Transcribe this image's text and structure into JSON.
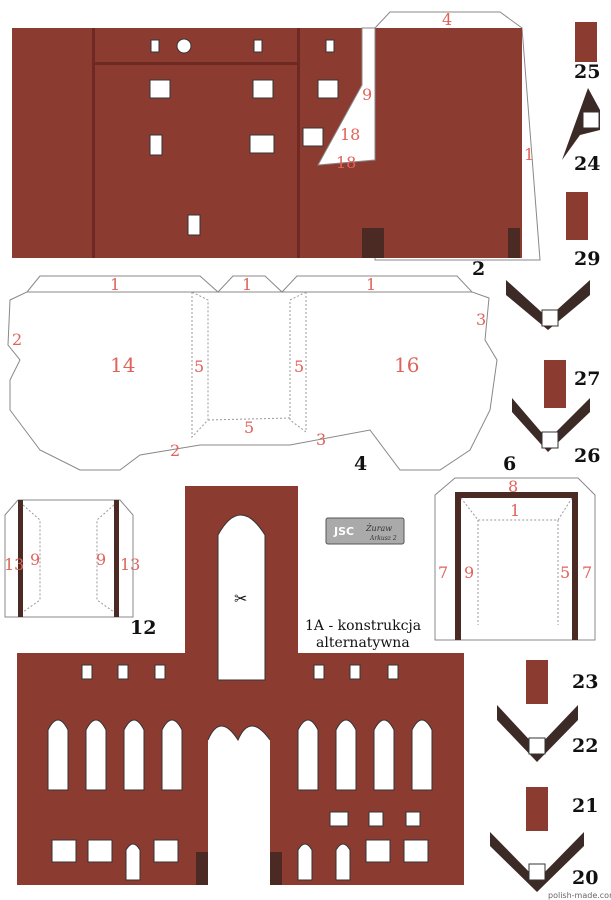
{
  "sheet": {
    "logo": {
      "brand": "JSC",
      "title": "Żuraw",
      "sheet": "Arkusz 2"
    },
    "caption": [
      "1A - konstrukcja",
      "alternatywna"
    ],
    "watermark": "polish-made.com",
    "colors": {
      "brick": "#8c3b30",
      "label": "#e0625a",
      "post": "#4a2a22"
    }
  },
  "parts": {
    "p2": {
      "number": "2",
      "labels": [
        "4",
        "1",
        "9",
        "18",
        "18"
      ]
    },
    "p4": {
      "number": "4",
      "labels": [
        "1",
        "1",
        "1",
        "2",
        "14",
        "5",
        "5",
        "5",
        "16",
        "3",
        "2",
        "3"
      ]
    },
    "p6": {
      "number": "6",
      "labels": [
        "8",
        "1",
        "7",
        "9",
        "5",
        "7"
      ]
    },
    "p12": {
      "number": "12",
      "labels": [
        "13",
        "9",
        "9",
        "13"
      ]
    },
    "side": [
      "25",
      "24",
      "29",
      "27",
      "26",
      "23",
      "22",
      "21",
      "20"
    ]
  }
}
